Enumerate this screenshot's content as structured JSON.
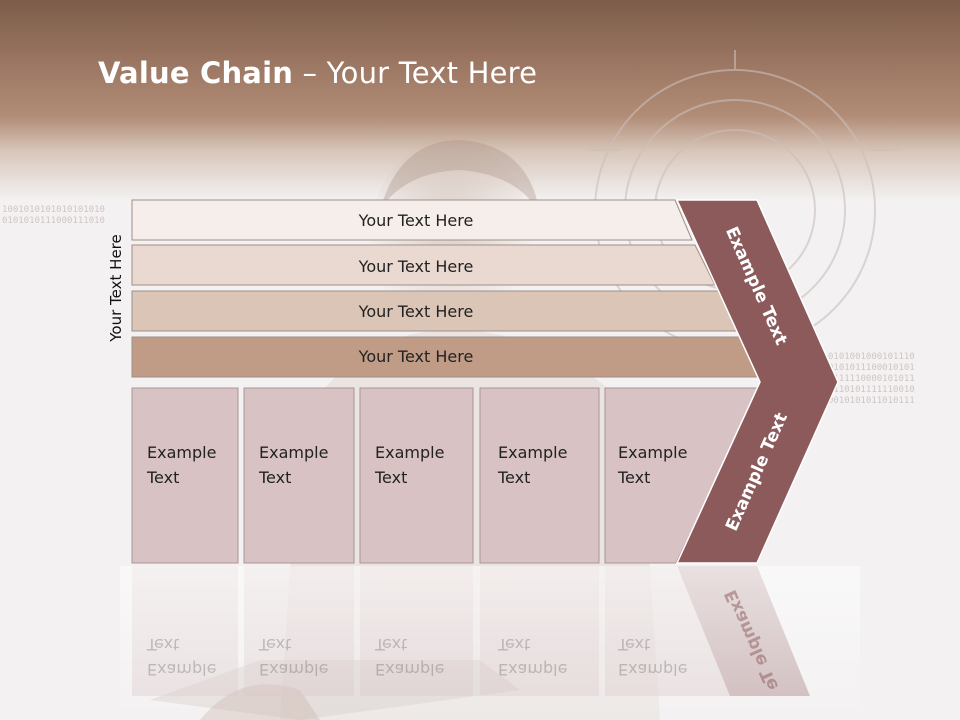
{
  "slide": {
    "title_bold": "Value Chain",
    "title_rest": " – Your Text Here",
    "side_label": "Your Text Here"
  },
  "bars": [
    {
      "label": "Your Text Here"
    },
    {
      "label": "Your Text Here"
    },
    {
      "label": "Your Text Here"
    },
    {
      "label": "Your Text Here"
    }
  ],
  "columns": [
    {
      "line1": "Example",
      "line2": "Text"
    },
    {
      "line1": "Example",
      "line2": "Text"
    },
    {
      "line1": "Example",
      "line2": "Text"
    },
    {
      "line1": "Example",
      "line2": "Text"
    },
    {
      "line1": "Example",
      "line2": "Text"
    }
  ],
  "chevron": {
    "upper_text": "Example Text",
    "lower_text": "Example Text",
    "reflection_text": "Example Te"
  },
  "background": {
    "binary_left": "1001010101010101010\n0101010111000111010",
    "binary_right": "0101001000101110\n0101011100010101\n0111110000101011\n0110101111110010\n0010101011010111"
  },
  "colors": {
    "header": "#9a7561",
    "bar1": "#f6eeeb",
    "bar2": "#e9d9d1",
    "bar3": "#dac5b6",
    "bar4": "#c09b86",
    "column": "#d8c2c3",
    "chevron": "#8d5a5c"
  }
}
